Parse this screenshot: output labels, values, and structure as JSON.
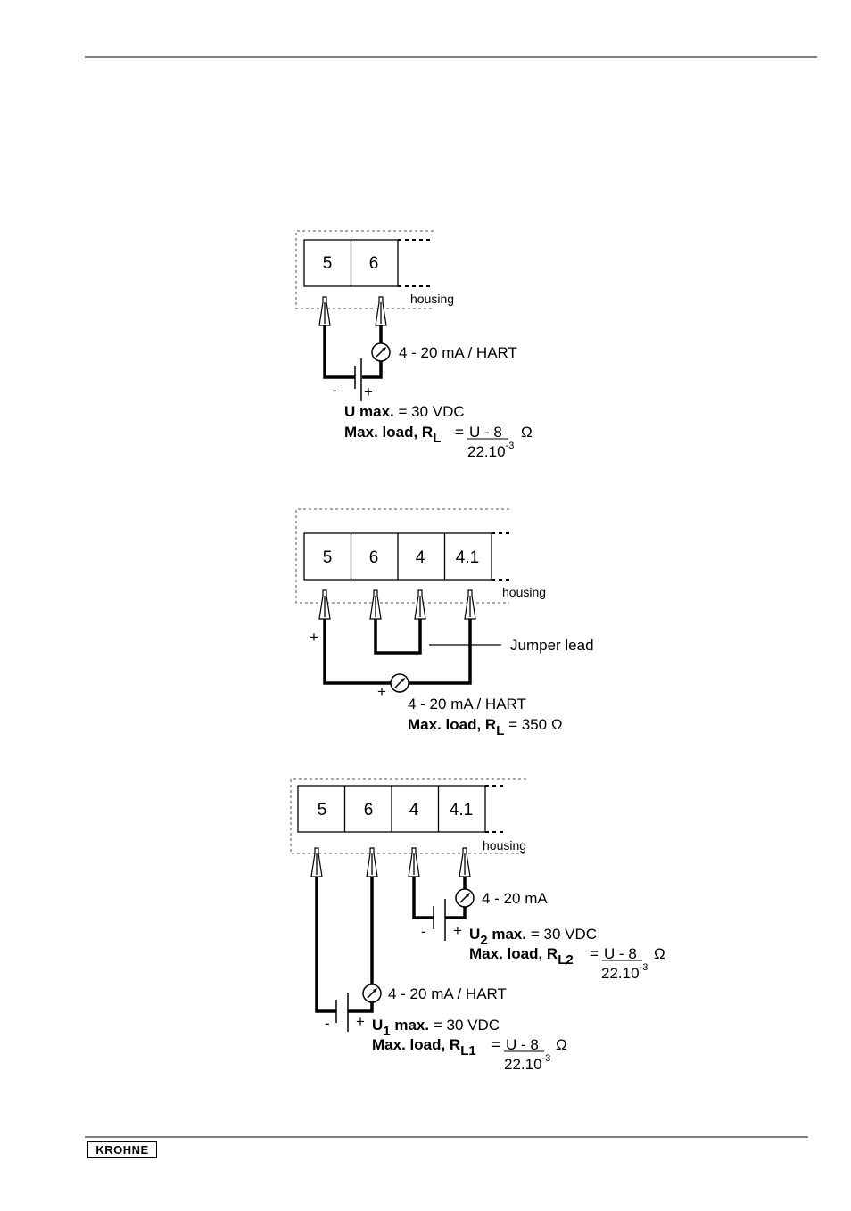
{
  "diagram1": {
    "terminals": [
      "5",
      "6"
    ],
    "housing": "housing",
    "minus": "-",
    "plus": "+",
    "meter_label": "4 - 20 mA / HART",
    "umax_bold": "U max.",
    "umax_value": " = 30 VDC",
    "load_bold": "Max. load, R",
    "load_sub": "L",
    "load_eq": "=",
    "numerator": "U - 8",
    "denominator": "22.10",
    "exponent": "-3",
    "unit": "Ω"
  },
  "diagram2": {
    "terminals": [
      "5",
      "6",
      "4",
      "4.1"
    ],
    "housing": "housing",
    "plus_left": "+",
    "plus_meter": "+",
    "jumper_label": "Jumper lead",
    "meter_label": "4 - 20 mA / HART",
    "load_bold": "Max. load, R",
    "load_sub": "L",
    "load_value": " = 350 Ω"
  },
  "diagram3": {
    "terminals": [
      "5",
      "6",
      "4",
      "4.1"
    ],
    "housing": "housing",
    "meter2_label": "4 - 20 mA",
    "minus2": "-",
    "plus2": "+",
    "u2_bold": "U",
    "u2_sub": "2",
    "u2_max_bold": " max.",
    "u2_value": " = 30 VDC",
    "load2_bold": "Max. load, R",
    "load2_sub": "L2",
    "load2_eq": "=",
    "numerator2": "U - 8",
    "denominator2": "22.10",
    "exponent2": "-3",
    "unit2": "Ω",
    "meter1_label": "4 - 20 mA / HART",
    "minus1": "-",
    "plus1": "+",
    "u1_bold": "U",
    "u1_sub": "1",
    "u1_max_bold": " max.",
    "u1_value": " = 30 VDC",
    "load1_bold": "Max. load, R",
    "load1_sub": "L1",
    "load1_eq": "=",
    "numerator1": "U - 8",
    "denominator1": "22.10",
    "exponent1": "-3",
    "unit1": "Ω"
  },
  "footer": {
    "logo": "KROHNE"
  }
}
